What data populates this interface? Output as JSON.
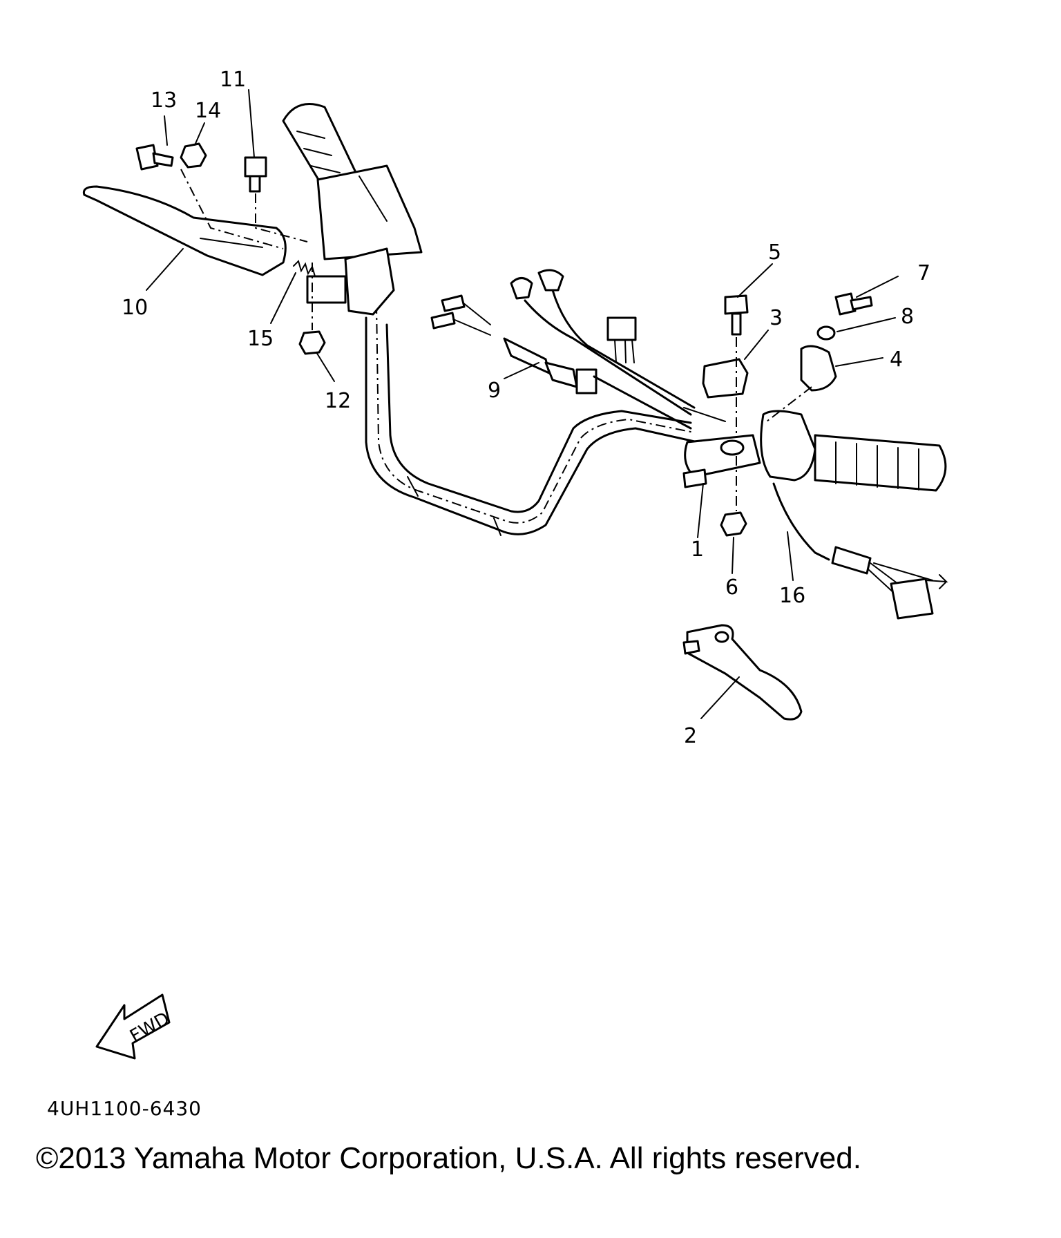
{
  "callouts": {
    "c1": "1",
    "c2": "2",
    "c3": "3",
    "c4": "4",
    "c5": "5",
    "c6": "6",
    "c7": "7",
    "c8": "8",
    "c9": "9",
    "c10": "10",
    "c11": "11",
    "c12": "12",
    "c13": "13",
    "c14": "14",
    "c15": "15",
    "c16": "16"
  },
  "fwd_label": "FWD",
  "diagram_code": "4UH1100-6430",
  "copyright": "©2013 Yamaha Motor Corporation, U.S.A. All rights reserved."
}
